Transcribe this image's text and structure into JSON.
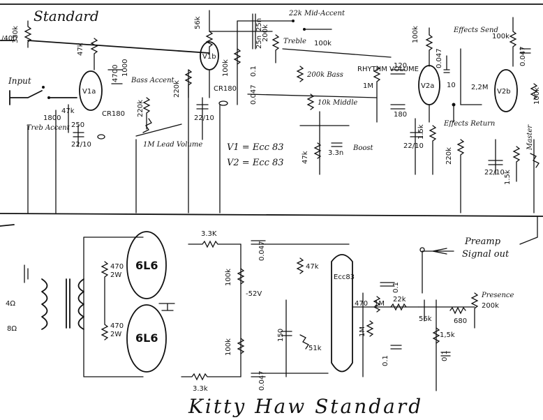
{
  "title_top": "Standard",
  "title_bottom": "Kitty Haw Standard",
  "stage_labels": {
    "input": "Input",
    "treb_accent": "Treb Accent",
    "bass_accent": "Bass Accent",
    "lead_volume": "1M Lead Volume",
    "mid_accent": "22k Mid-Accent",
    "treble": "Treble",
    "bass": "200k Bass",
    "middle": "10k Middle",
    "boost": "Boost",
    "rhythm_volume": "RHYTHM VOLUME",
    "effects_send": "Effects Send",
    "effects_return": "Effects Return",
    "master": "Master",
    "preamp_out": "Preamp",
    "signal_out": "Signal out",
    "presence": "Presence",
    "presence_value": "200k"
  },
  "tube_legend": {
    "v1": "V1 = Ecc 83",
    "v2": "V2 = Ecc 83"
  },
  "tubes": {
    "v1a": "V1a",
    "v1b": "V1b",
    "v2a": "V2a",
    "v2b": "V2b",
    "power1": "6L6",
    "power2": "6L6",
    "pi": "Ecc83"
  },
  "components": {
    "r_330k": "330k",
    "r_400": "/400",
    "r_47k_a": "47k",
    "r_56k": "56k",
    "r_220k_a": "220k",
    "r_1800": "1800",
    "r_47k_b": "47k",
    "c_250": "250",
    "c_22_10_a": "22/10",
    "cr180_a": "CR180",
    "c_4700": "4700",
    "c_1000": "1000",
    "r_220k_b": "220k",
    "cr180_b": "CR180",
    "c_22_10_b": "22/10",
    "r_100k_a": "100k",
    "c_25n_a": "25n",
    "c_25n_b": "25n",
    "c_0_1": "0.1",
    "c_0_047_a": "0.047",
    "r_200k": "200k",
    "r_100k_b": "100k",
    "r_47k_c": "47k",
    "c_3_3n": "3.3n",
    "r_1m": "1M",
    "c_120": "120",
    "c_180": "180",
    "r_100k_c": "100k",
    "c_22_10_c": "22/10",
    "r_1_5k_a": "1.5k",
    "c_0_047_b": "0.047",
    "c_10": "10",
    "r_2_2m": "2,2M",
    "r_220k_c": "220k",
    "r_100k_d": "100k",
    "c_0_047_c": "0.047",
    "r_100k_e": "100k",
    "c_22_10_d": "22/10",
    "r_1_5k_b": "1.5k",
    "r_3_3k_a": "3.3K",
    "r_3_3k_b": "3.3k",
    "r_470_a": "470",
    "r_2w_a": "2W",
    "r_470_b": "470",
    "r_2w_b": "2W",
    "r_100k_f": "100k",
    "r_100k_g": "100k",
    "v_neg52": "-52V",
    "c_0_047_d": "0.047",
    "c_0_047_e": "0.047",
    "r_47k_d": "47k",
    "c_150": "150",
    "r_51k": "51k",
    "r_470_c": "470",
    "r_1m_b": "1M",
    "r_1m_c": "1M",
    "c_0_1_b": "0.1",
    "c_0_1_c": "0.1",
    "r_22k": "22k",
    "r_56k_b": "56k",
    "r_680": "680",
    "r_1_5k_c": "1,5k",
    "c_0_1_d": "0.1",
    "spk_4": "4Ω",
    "spk_8": "8Ω"
  }
}
